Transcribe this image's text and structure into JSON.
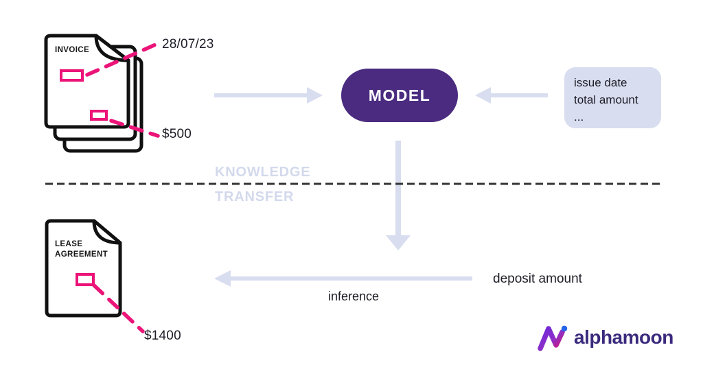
{
  "invoice": {
    "label": "INVOICE",
    "date_annotation": "28/07/23",
    "amount_annotation": "$500"
  },
  "model": {
    "label": "MODEL"
  },
  "fields_box": {
    "lines": [
      "issue date",
      "total amount",
      "..."
    ]
  },
  "knowledge_transfer": {
    "line1": "KNOWLEDGE",
    "line2": "TRANSFER"
  },
  "lease": {
    "label_line1": "LEASE",
    "label_line2": "AGREEMENT",
    "amount_annotation": "$1400"
  },
  "inference": {
    "input_label": "deposit amount",
    "label": "inference"
  },
  "logo": {
    "wordmark": "alphamoon"
  },
  "colors": {
    "model_purple": "#4a2b80",
    "highlight_pink": "#eb1478",
    "arrow_lavender": "#d8ddef",
    "faded_label": "#d3d9ec",
    "ink": "#1d1d27",
    "logo_indigo": "#3b2a7d",
    "logo_blue": "#2563eb",
    "logo_magenta": "#d6156f"
  }
}
